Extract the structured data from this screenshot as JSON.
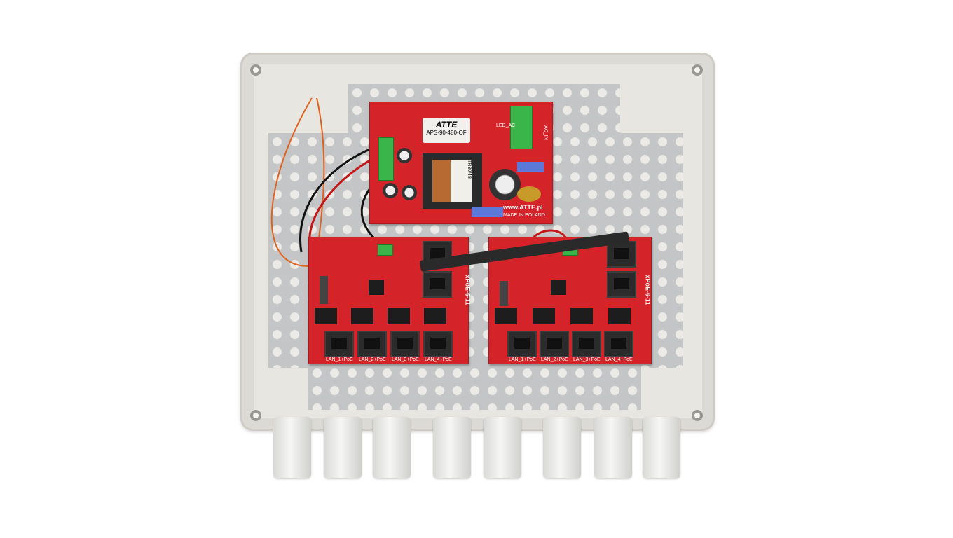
{
  "power_supply": {
    "brand": "ATTE",
    "model": "APS-90-480-OF",
    "transformer": "TR30/48",
    "website": "www.ATTE.pl",
    "origin": "MADE IN POLAND",
    "led_label": "LED_AC",
    "input_label": "AC_IN"
  },
  "poe_boards": [
    {
      "model": "xPoE-6-11",
      "ports": [
        "LAN_1+PoE",
        "LAN_2+PoE",
        "LAN_3+PoE",
        "LAN_4+PoE"
      ]
    },
    {
      "model": "xPoE-6-11",
      "ports": [
        "LAN_1+PoE",
        "LAN_2+PoE",
        "LAN_3+PoE",
        "LAN_4+PoE"
      ]
    }
  ],
  "colors": {
    "pcb": "#d4242a",
    "enclosure": "#dcdad4",
    "plate": "#c3c5c6",
    "terminal": "#39b54a"
  }
}
